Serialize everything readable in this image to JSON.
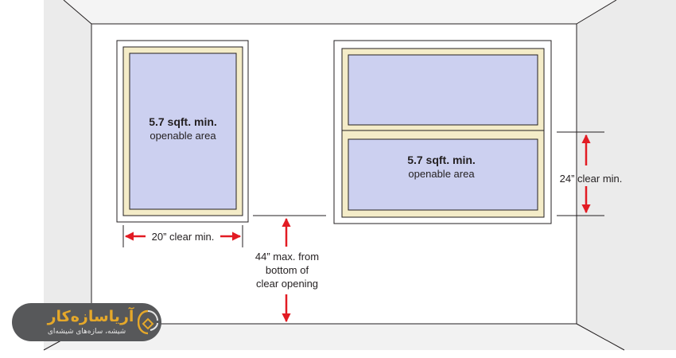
{
  "left_window": {
    "area_value": "5.7 sqft. min.",
    "area_caption": "openable area"
  },
  "right_window": {
    "area_value": "5.7 sqft. min.",
    "area_caption": "openable area"
  },
  "dimensions": {
    "width": "20” clear min.",
    "height": "24” clear min.",
    "sill_line1": "44” max. from",
    "sill_line2": "bottom of",
    "sill_line3": "clear opening"
  },
  "watermark": {
    "brand": "آریاسازه‌کار",
    "tagline": "شیشه، سازه‌های شیشه‌ای",
    "colors": {
      "badge": "#57585a",
      "brand_text": "#e5a82a",
      "tagline_text": "#e6e6e6"
    }
  },
  "colors": {
    "wall": "#ffffff",
    "side_wall": "#ebebeb",
    "floor": "#f2f2f2",
    "frame": "#f4ecc8",
    "glass": "#ccd0f0",
    "arrow": "#e21b23",
    "outline": "#231f20"
  }
}
